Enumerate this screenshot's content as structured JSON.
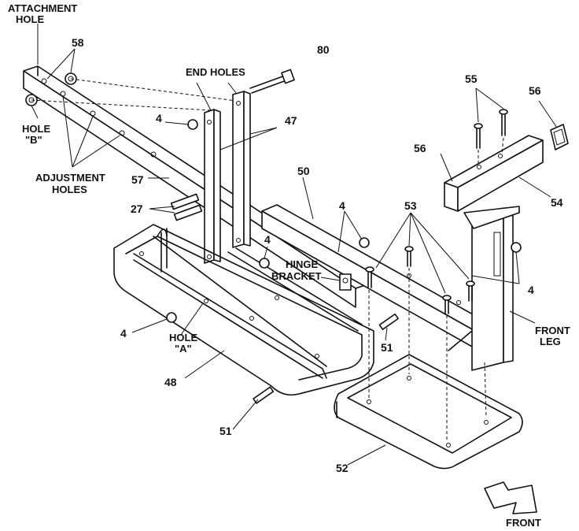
{
  "labels": {
    "attachment_hole_1": "ATTACHMENT",
    "attachment_hole_2": "HOLE",
    "hole_b_1": "HOLE",
    "hole_b_2": "\"B\"",
    "adjustment_holes_1": "ADJUSTMENT",
    "adjustment_holes_2": "HOLES",
    "end_holes": "END HOLES",
    "hinge_bracket_1": "HINGE",
    "hinge_bracket_2": "BRACKET",
    "hole_a_1": "HOLE",
    "hole_a_2": "\"A\"",
    "front_leg_1": "FRONT",
    "front_leg_2": "LEG",
    "front": "FRONT"
  },
  "parts": {
    "p58": "58",
    "p80": "80",
    "p4a": "4",
    "p47": "47",
    "p57": "57",
    "p27": "27",
    "p50": "50",
    "p4b": "4",
    "p4c": "4",
    "p53": "53",
    "p55": "55",
    "p56a": "56",
    "p56b": "56",
    "p54": "54",
    "p4d": "4",
    "p4e": "4",
    "p51a": "51",
    "p51b": "51",
    "p48": "48",
    "p52": "52"
  }
}
